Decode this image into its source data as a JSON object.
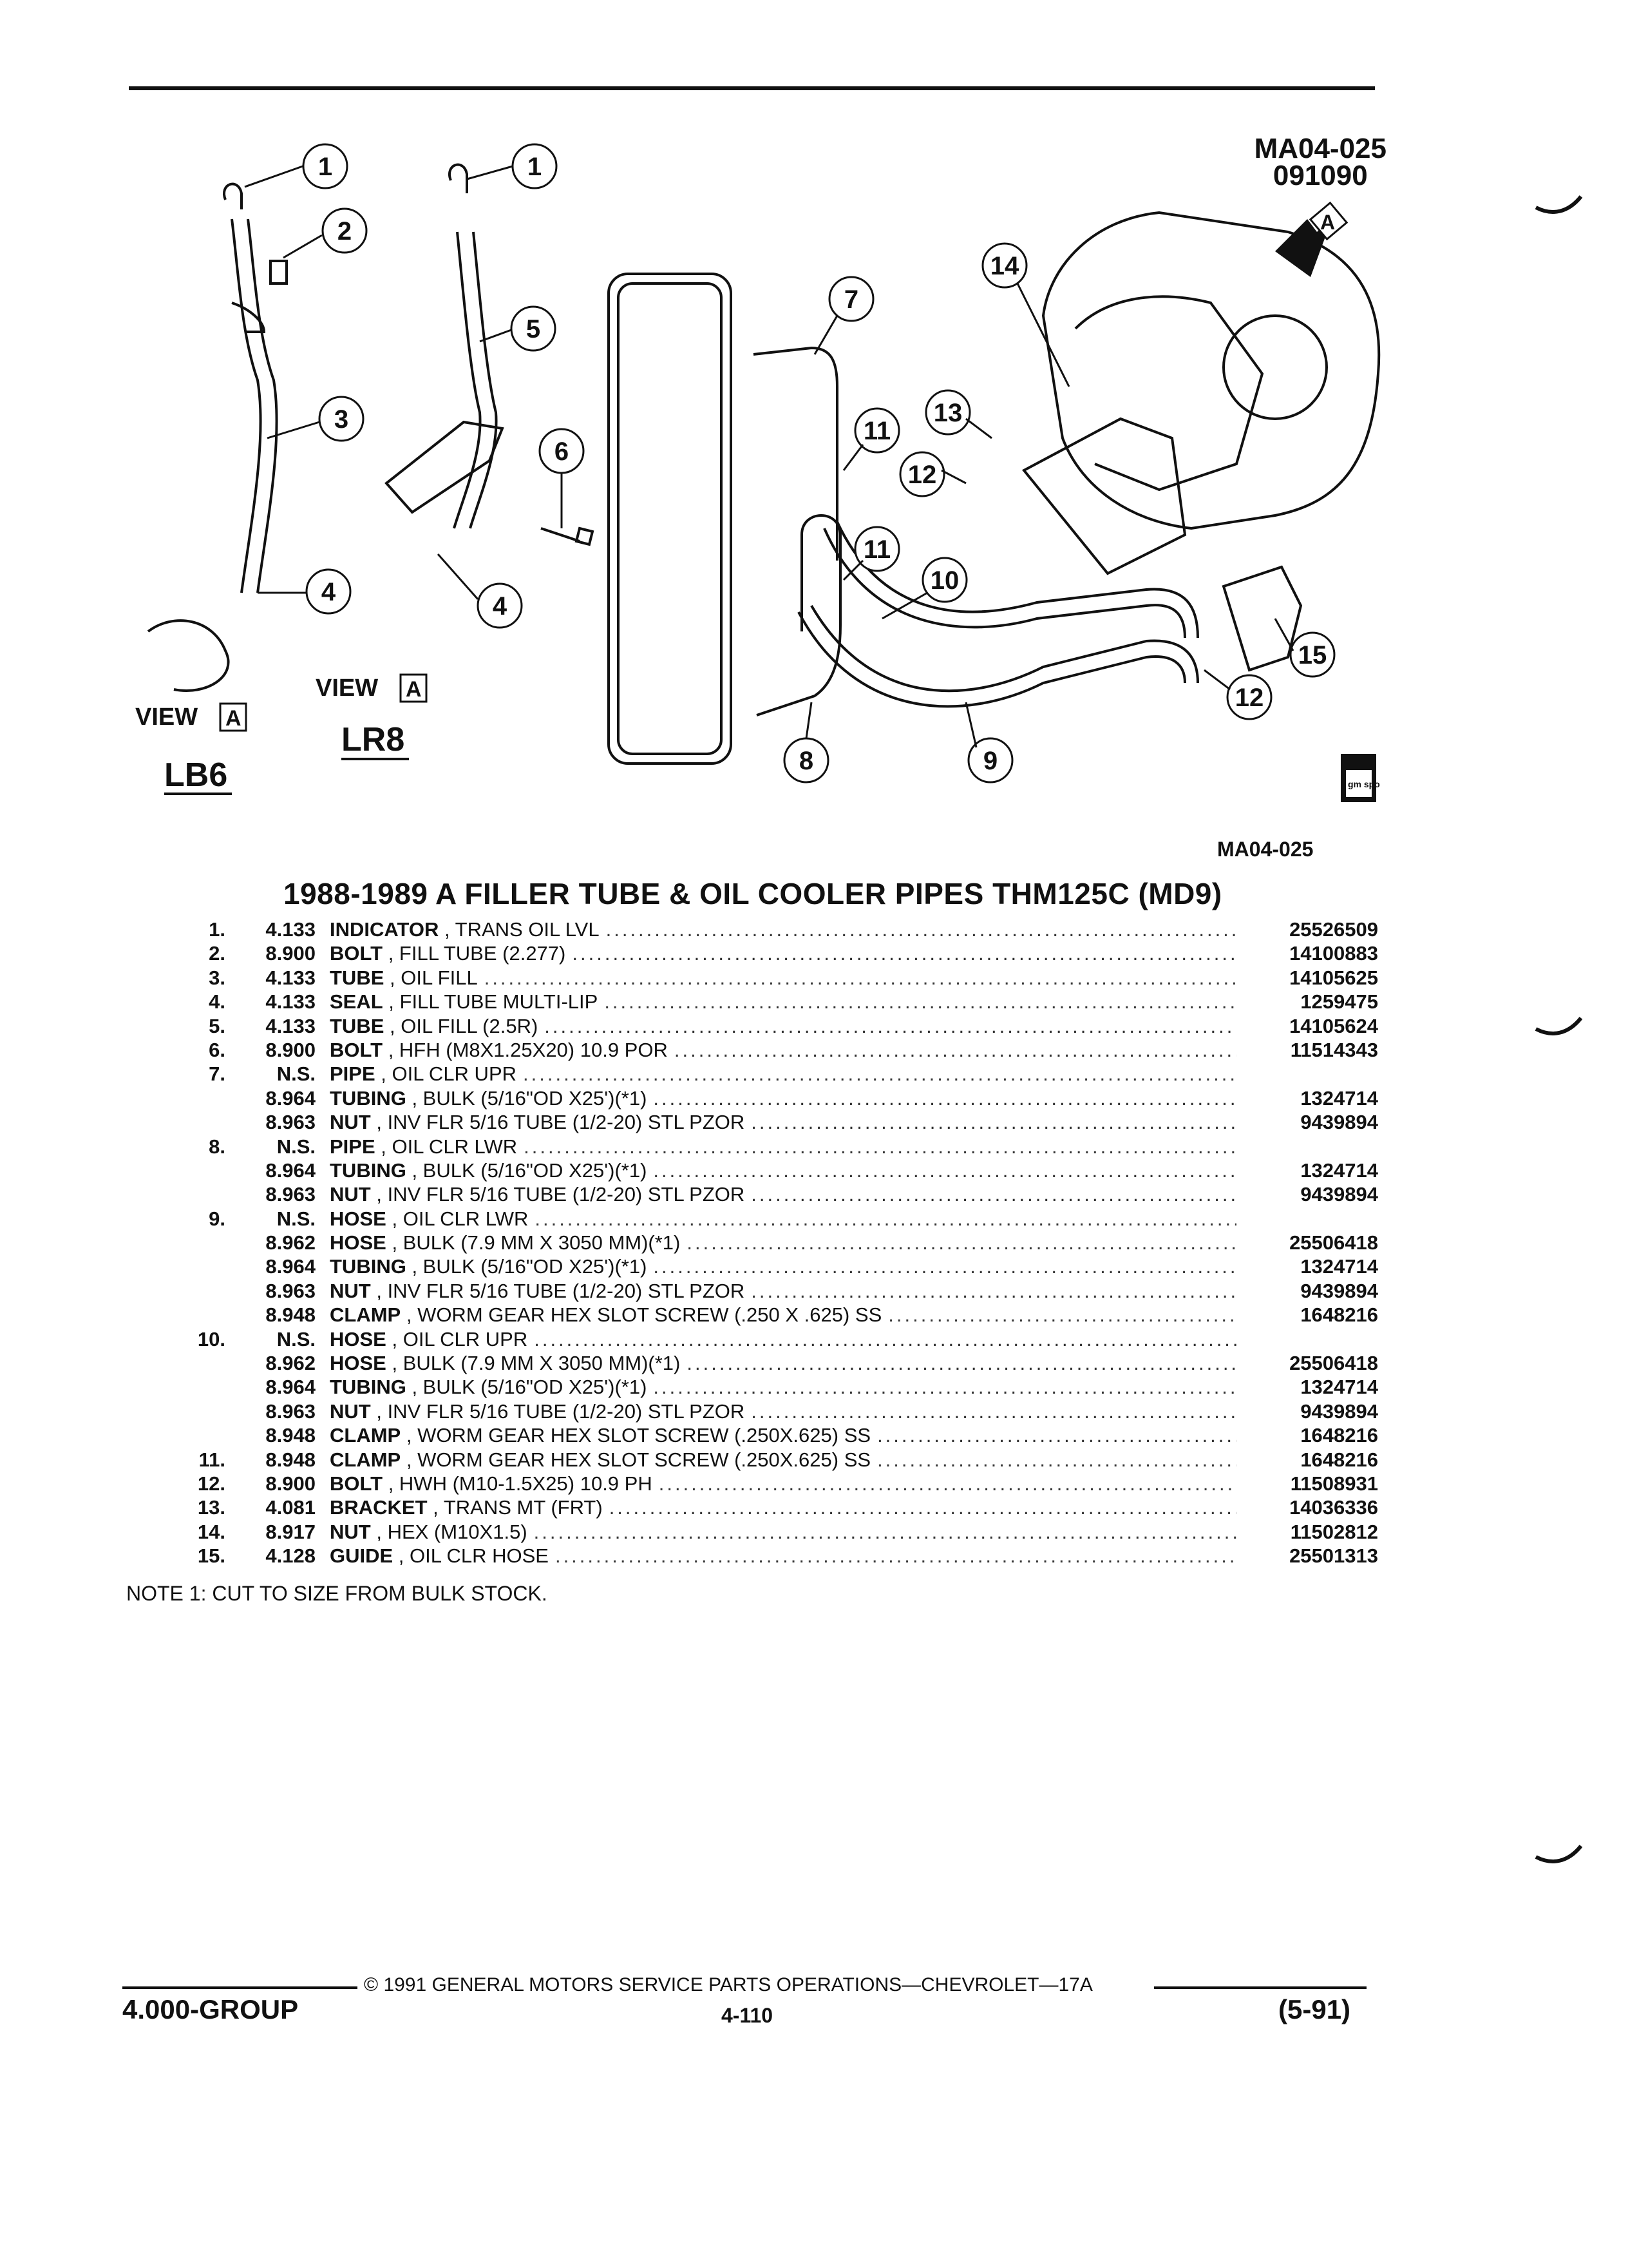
{
  "diagram": {
    "id_code": "MA04-025",
    "id_date": "091090",
    "caption_code": "MA04-025",
    "view_lb6": {
      "view": "VIEW",
      "letter": "A",
      "engine": "LB6"
    },
    "view_lr8": {
      "view": "VIEW",
      "letter": "A",
      "engine": "LR8"
    },
    "arrow_letter": "A",
    "logo_text": "gm spo",
    "callouts": [
      "1",
      "1",
      "2",
      "3",
      "4",
      "4",
      "5",
      "6",
      "7",
      "8",
      "9",
      "10",
      "11",
      "11",
      "12",
      "12",
      "13",
      "14",
      "15"
    ]
  },
  "section_title": "1988-1989 A FILLER TUBE & OIL COOLER PIPES THM125C (MD9)",
  "parts": [
    {
      "num": "1.",
      "group": "4.133",
      "name": "INDICATOR",
      "detail": "TRANS OIL LVL",
      "part": "25526509"
    },
    {
      "num": "2.",
      "group": "8.900",
      "name": "BOLT",
      "detail": "FILL TUBE (2.277)",
      "part": "14100883"
    },
    {
      "num": "3.",
      "group": "4.133",
      "name": "TUBE",
      "detail": "OIL FILL",
      "part": "14105625"
    },
    {
      "num": "4.",
      "group": "4.133",
      "name": "SEAL",
      "detail": "FILL TUBE MULTI-LIP",
      "part": "1259475"
    },
    {
      "num": "5.",
      "group": "4.133",
      "name": "TUBE",
      "detail": "OIL FILL (2.5R)",
      "part": "14105624"
    },
    {
      "num": "6.",
      "group": "8.900",
      "name": "BOLT",
      "detail": "HFH (M8X1.25X20) 10.9 POR",
      "part": "11514343"
    },
    {
      "num": "7.",
      "group": "N.S.",
      "name": "PIPE",
      "detail": "OIL CLR UPR",
      "part": ""
    },
    {
      "num": "",
      "group": "8.964",
      "name": "TUBING",
      "detail": "BULK (5/16\"OD X25')(*1)",
      "part": "1324714"
    },
    {
      "num": "",
      "group": "8.963",
      "name": "NUT",
      "detail": "INV FLR 5/16 TUBE (1/2-20) STL PZOR",
      "part": "9439894"
    },
    {
      "num": "8.",
      "group": "N.S.",
      "name": "PIPE",
      "detail": "OIL CLR LWR",
      "part": ""
    },
    {
      "num": "",
      "group": "8.964",
      "name": "TUBING",
      "detail": "BULK (5/16\"OD X25')(*1)",
      "part": "1324714"
    },
    {
      "num": "",
      "group": "8.963",
      "name": "NUT",
      "detail": "INV FLR 5/16 TUBE (1/2-20) STL PZOR",
      "part": "9439894"
    },
    {
      "num": "9.",
      "group": "N.S.",
      "name": "HOSE",
      "detail": "OIL CLR LWR",
      "part": ""
    },
    {
      "num": "",
      "group": "8.962",
      "name": "HOSE",
      "detail": "BULK (7.9 MM X 3050 MM)(*1)",
      "part": "25506418"
    },
    {
      "num": "",
      "group": "8.964",
      "name": "TUBING",
      "detail": "BULK (5/16\"OD X25')(*1)",
      "part": "1324714"
    },
    {
      "num": "",
      "group": "8.963",
      "name": "NUT",
      "detail": "INV FLR 5/16 TUBE (1/2-20) STL PZOR",
      "part": "9439894"
    },
    {
      "num": "",
      "group": "8.948",
      "name": "CLAMP",
      "detail": "WORM GEAR HEX SLOT SCREW (.250 X .625) SS",
      "part": "1648216"
    },
    {
      "num": "10.",
      "group": "N.S.",
      "name": "HOSE",
      "detail": "OIL CLR UPR",
      "part": ""
    },
    {
      "num": "",
      "group": "8.962",
      "name": "HOSE",
      "detail": "BULK (7.9 MM X 3050 MM)(*1)",
      "part": "25506418"
    },
    {
      "num": "",
      "group": "8.964",
      "name": "TUBING",
      "detail": "BULK (5/16\"OD X25')(*1)",
      "part": "1324714"
    },
    {
      "num": "",
      "group": "8.963",
      "name": "NUT",
      "detail": "INV FLR 5/16 TUBE (1/2-20) STL PZOR",
      "part": "9439894"
    },
    {
      "num": "",
      "group": "8.948",
      "name": "CLAMP",
      "detail": "WORM GEAR HEX SLOT SCREW (.250X.625) SS",
      "part": "1648216"
    },
    {
      "num": "11.",
      "group": "8.948",
      "name": "CLAMP",
      "detail": "WORM GEAR HEX SLOT SCREW (.250X.625) SS",
      "part": "1648216"
    },
    {
      "num": "12.",
      "group": "8.900",
      "name": "BOLT",
      "detail": "HWH (M10-1.5X25) 10.9 PH",
      "part": "11508931"
    },
    {
      "num": "13.",
      "group": "4.081",
      "name": "BRACKET",
      "detail": "TRANS MT (FRT)",
      "part": "14036336"
    },
    {
      "num": "14.",
      "group": "8.917",
      "name": "NUT",
      "detail": "HEX (M10X1.5)",
      "part": "11502812"
    },
    {
      "num": "15.",
      "group": "4.128",
      "name": "GUIDE",
      "detail": "OIL CLR HOSE",
      "part": "25501313"
    }
  ],
  "note": "NOTE  1:  CUT TO SIZE FROM BULK STOCK.",
  "footer": {
    "copyright": "©  1991  GENERAL MOTORS SERVICE PARTS OPERATIONS—CHEVROLET—17A",
    "group": "4.000-GROUP",
    "page": "4-110",
    "revision": "(5-91)"
  }
}
